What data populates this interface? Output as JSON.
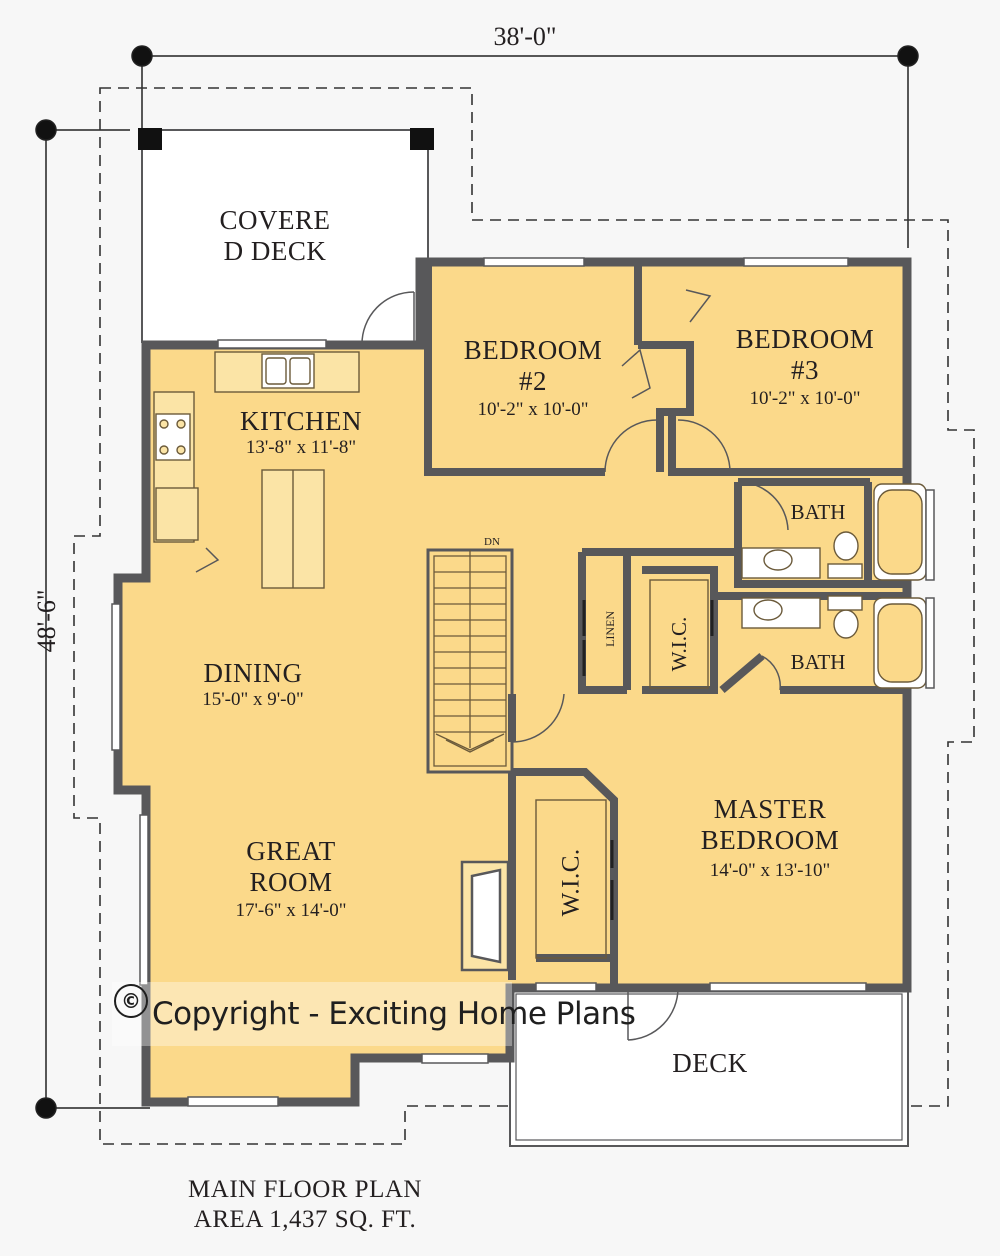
{
  "dimensions": {
    "width": "38'-0\"",
    "depth": "48'-6\""
  },
  "rooms": {
    "covered_deck": {
      "line1": "COVERE",
      "line2": "D DECK"
    },
    "kitchen": {
      "name": "KITCHEN",
      "size": "13'-8\" x 11'-8\""
    },
    "bedroom2": {
      "line1": "BEDROOM",
      "line2": "#2",
      "size": "10'-2\" x 10'-0\""
    },
    "bedroom3": {
      "line1": "BEDROOM",
      "line2": "#3",
      "size": "10'-2\" x 10'-0\""
    },
    "bath_upper": "BATH",
    "bath_lower": "BATH",
    "dining": {
      "name": "DINING",
      "size": "15'-0\" x 9'-0\""
    },
    "great_room": {
      "line1": "GREAT",
      "line2": "ROOM",
      "size": "17'-6\" x 14'-0\""
    },
    "master": {
      "line1": "MASTER",
      "line2": "BEDROOM",
      "size": "14'-0\" x 13'-10\""
    },
    "linen": "LINEN",
    "wic_small": "W.I.C.",
    "wic_master": "W.I.C.",
    "deck": "DECK",
    "stair_dn": "DN"
  },
  "copyright": {
    "symbol": "©",
    "text": "Copyright - Exciting Home Plans"
  },
  "footer": {
    "title": "MAIN FLOOR PLAN",
    "area": "AREA 1,437 SQ. FT."
  },
  "colors": {
    "floor": "#fbd98a",
    "wall": "#58585a",
    "background": "#f7f7f7"
  }
}
